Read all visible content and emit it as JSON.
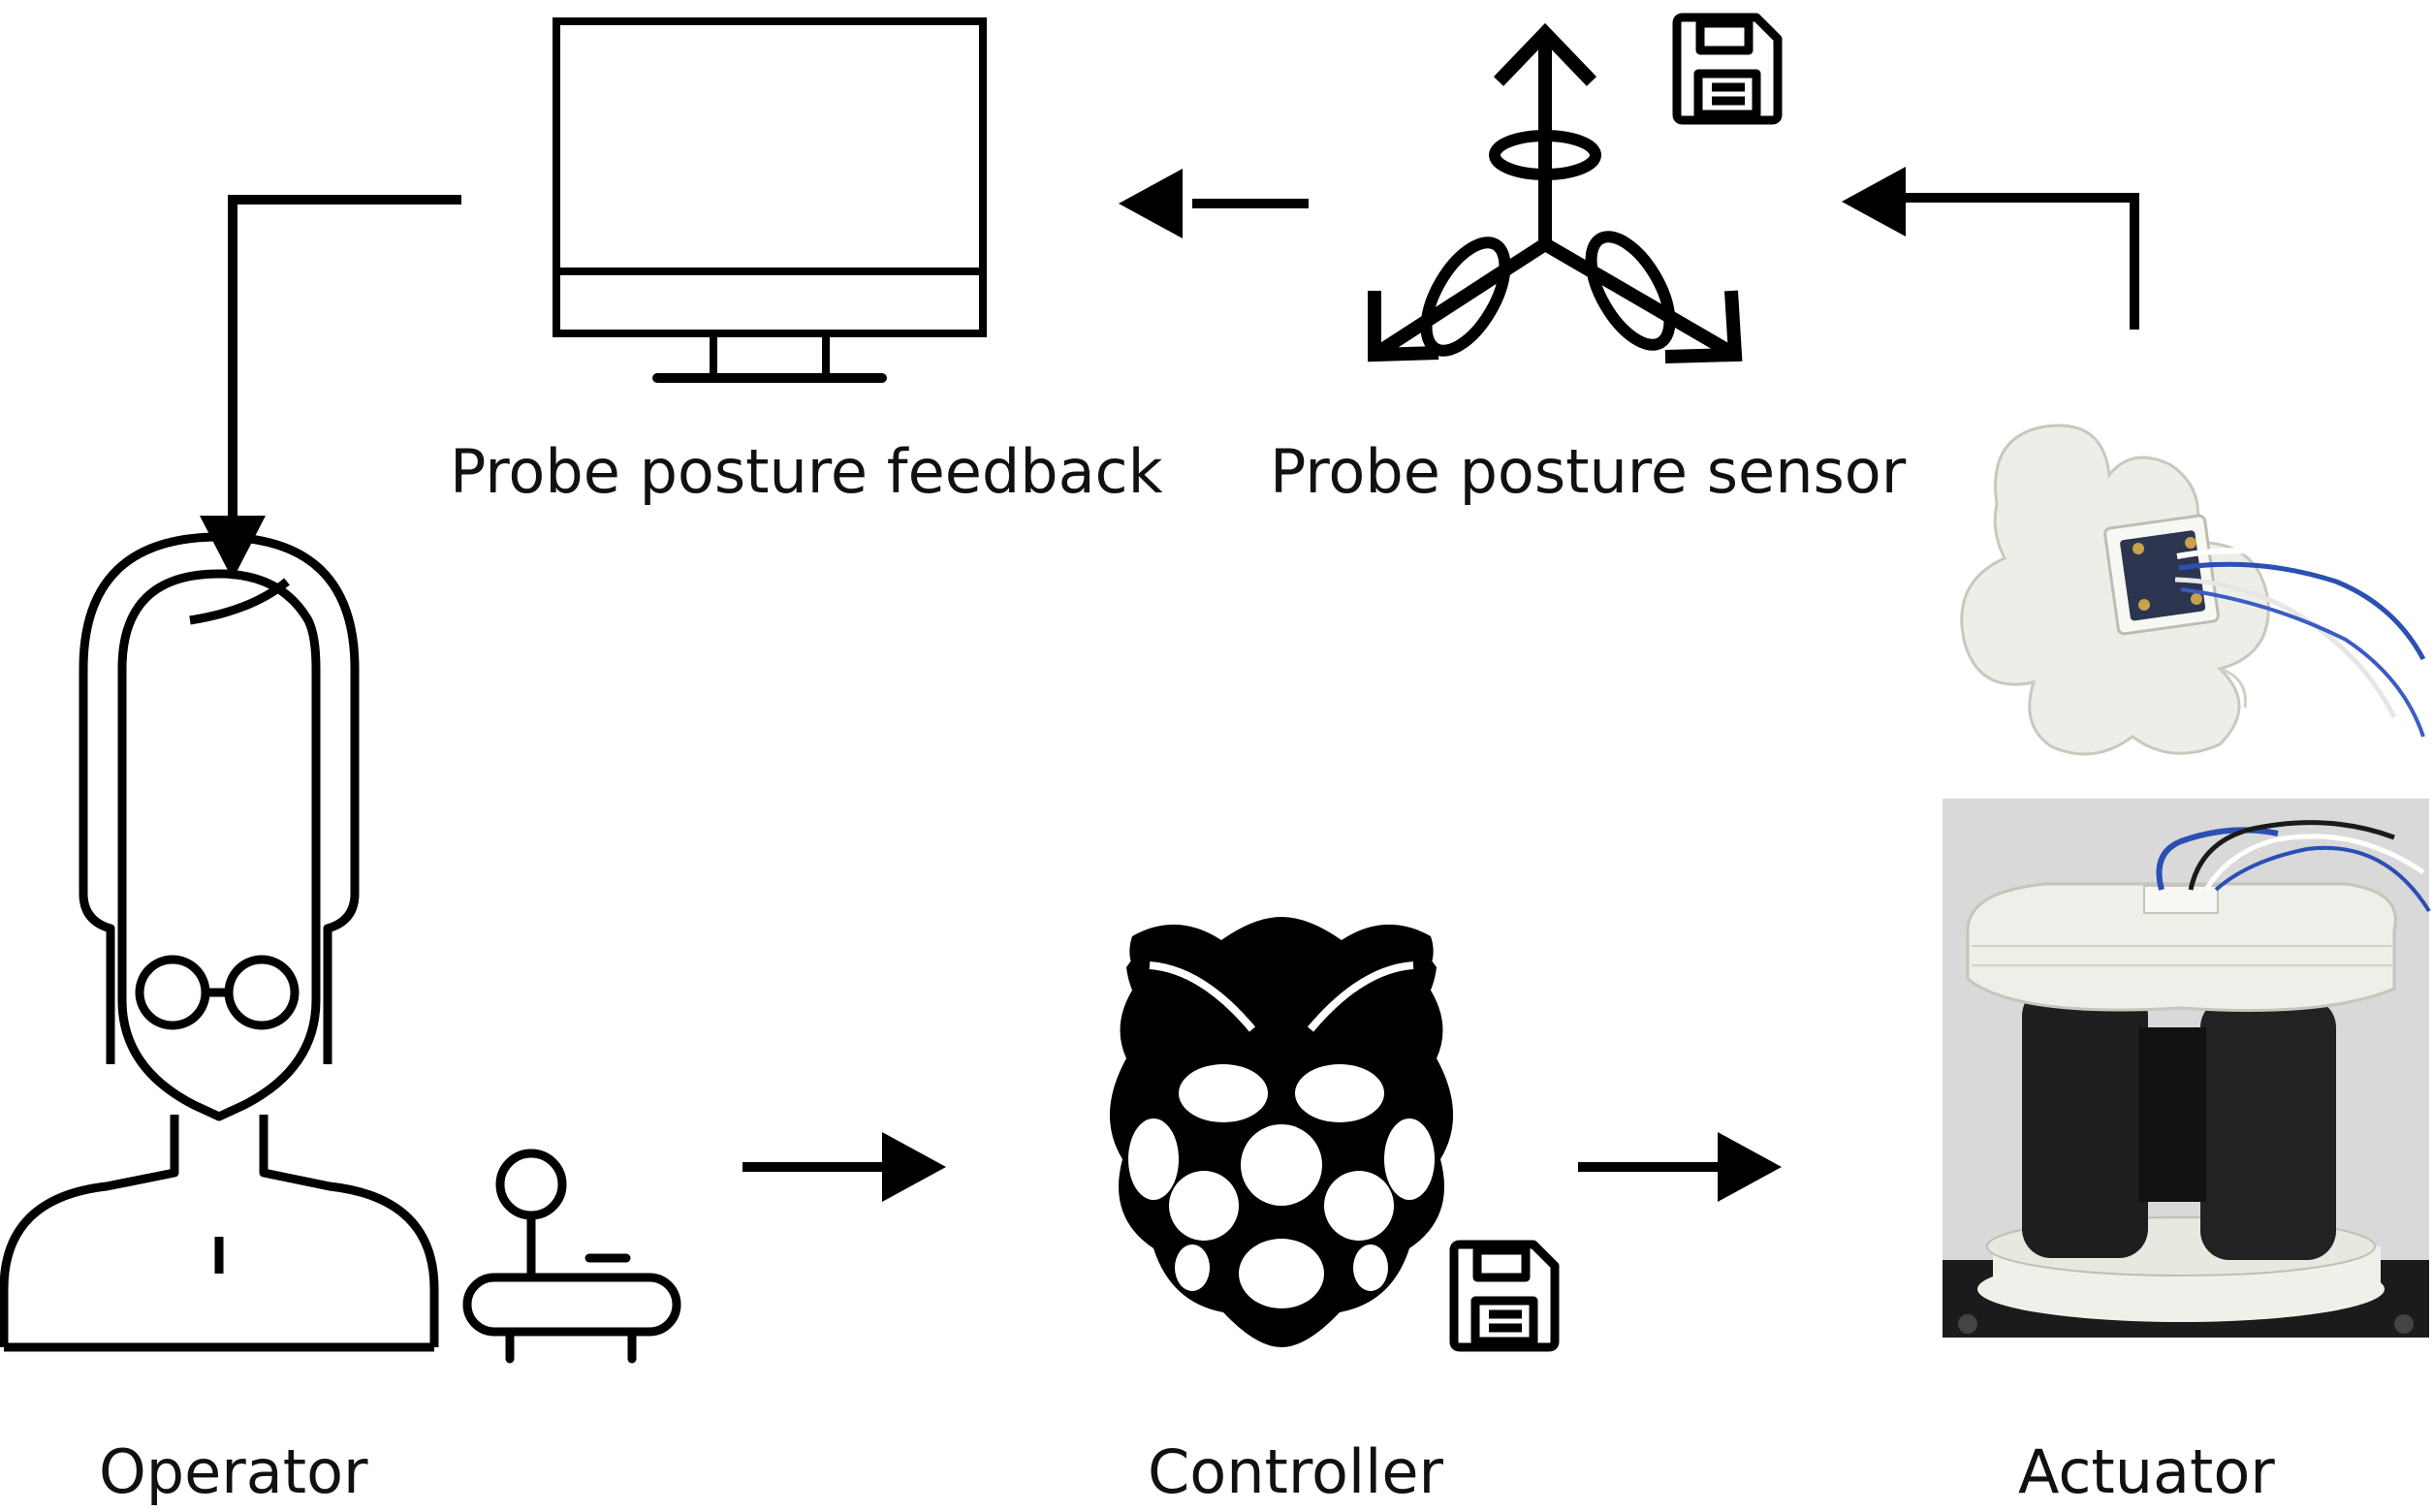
{
  "labels": {
    "feedback": "Probe posture feedback",
    "sensor": "Probe posture sensor",
    "operator": "Operator",
    "controller": "Controller",
    "actuator": "Actuator"
  },
  "icons": {
    "monitor": "monitor-icon",
    "imu": "three-axis-rotation-icon",
    "floppy": "floppy-disk-icon",
    "operator": "person-with-glasses-icon",
    "joystick": "joystick-icon",
    "controller": "raspberry-pi-logo-icon",
    "sensor_photo": "sensor-board-photo",
    "actuator_photo": "actuator-photo"
  },
  "colors": {
    "ink": "#000000",
    "plastic": "#eeeee8",
    "wire_blue": "#2b4fb3",
    "board": "#2c3550",
    "coil": "#1e1e1e",
    "photo_bg": "#d9d9d9"
  }
}
